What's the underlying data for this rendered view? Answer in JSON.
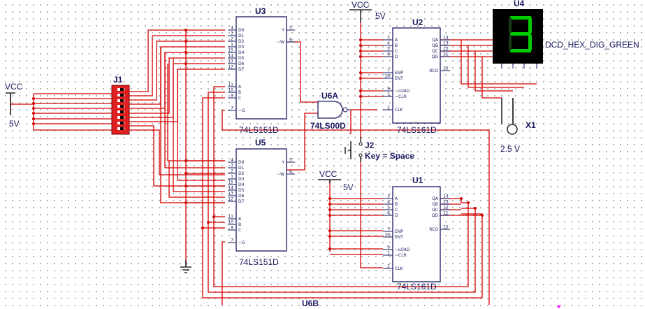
{
  "labels": {
    "u3_ref": "U3",
    "u3_part": "74LS151D",
    "u5_ref": "U5",
    "u5_part": "74LS151D",
    "u2_ref": "U2",
    "u2_part": "74LS161D",
    "u1_ref": "U1",
    "u1_part": "74LS161D",
    "u6a_ref": "U6A",
    "u6a_part": "74LS00D",
    "u6b_ref": "U6B",
    "u4_ref": "U4",
    "u4_part": "DCD_HEX_DIG_GREEN",
    "u4_digit": "3",
    "j1_ref": "J1",
    "j2_ref": "J2",
    "j2_key": "Key = Space",
    "x1_ref": "X1",
    "x1_value": "2.5 V",
    "vcc_left": "VCC",
    "vcc_left_v": "5V",
    "vcc_top": "VCC",
    "vcc_top_v": "5V",
    "vcc_mid": "VCC",
    "vcc_mid_v": "5V"
  },
  "mux_pins": {
    "left_names": [
      "D0",
      "D1",
      "D2",
      "D3",
      "D4",
      "D5",
      "D6",
      "D7",
      "A",
      "B",
      "C",
      "~G"
    ],
    "left_nums": [
      "4",
      "3",
      "2",
      "1",
      "15",
      "14",
      "13",
      "12",
      "11",
      "10",
      "9",
      "7"
    ],
    "right_names": [
      "Y",
      "~W"
    ],
    "right_nums": [
      "5",
      "6"
    ]
  },
  "counter_pins": {
    "left_names": [
      "A",
      "B",
      "C",
      "D",
      "ENP",
      "ENT",
      "~LOAD",
      "~CLR",
      "CLK"
    ],
    "left_nums": [
      "3",
      "4",
      "5",
      "6",
      "7",
      "10",
      "9",
      "1",
      "2"
    ],
    "right_names": [
      "QA",
      "QB",
      "QC",
      "QD",
      "RCO"
    ],
    "right_nums": [
      "14",
      "13",
      "12",
      "11",
      "15"
    ]
  },
  "colors": {
    "wire": "#d40000",
    "chip": "#1a1a60",
    "seg_on": "#00cc00",
    "switch_body": "#e02020"
  }
}
